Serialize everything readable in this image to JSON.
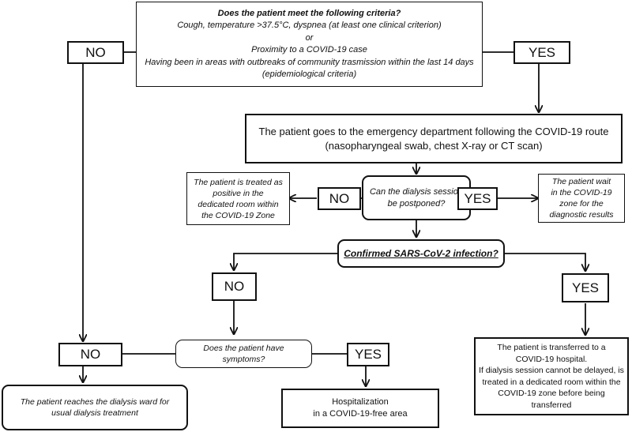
{
  "top": {
    "title": "Does the patient meet the following criteria?",
    "lines": [
      "Cough, temperature >37.5°C, dyspnea (at least one clinical criterion)",
      "or",
      "Proximity to a COVID-19 case",
      "Having been in areas with outbreaks of community trasmission within the last 14 days",
      "(epidemiological criteria)"
    ]
  },
  "no_left": "NO",
  "yes_top": "YES",
  "emergency": {
    "lines": [
      "The patient goes to the emergency department following the COVID-19 route",
      "(nasopharyngeal swab, chest X-ray or CT scan)"
    ]
  },
  "postpone": {
    "lines": [
      "Can the dialysis session",
      "be postponed?"
    ]
  },
  "no_postpone": "NO",
  "yes_postpone": "YES",
  "treated_positive": {
    "lines": [
      "The patient is treated as",
      "positive in the",
      "dedicated room within",
      "the COVID-19 Zone"
    ]
  },
  "wait_results": {
    "lines": [
      "The patient wait",
      "in the COVID-19",
      "zone for the",
      "diagnostic results"
    ]
  },
  "confirmed": "Confirmed SARS-CoV-2 infection?",
  "no_confirmed": "NO",
  "yes_confirmed": "YES",
  "symptoms": {
    "lines": [
      "Does the patient have",
      "symptoms?"
    ]
  },
  "no_symptoms": "NO",
  "yes_symptoms": "YES",
  "dialysis_ward": {
    "lines": [
      "The patient reaches the dialysis ward for",
      "usual dialysis treatment"
    ]
  },
  "hospitalization": {
    "lines": [
      "Hospitalization",
      "in a COVID-19-free area"
    ]
  },
  "transferred": {
    "lines": [
      "The  patient is transferred to a",
      "COVID-19 hospital.",
      "If dialysis session cannot be delayed, is",
      "treated in a dedicated room within the",
      "COVID-19 zone before being",
      "transferred"
    ]
  }
}
